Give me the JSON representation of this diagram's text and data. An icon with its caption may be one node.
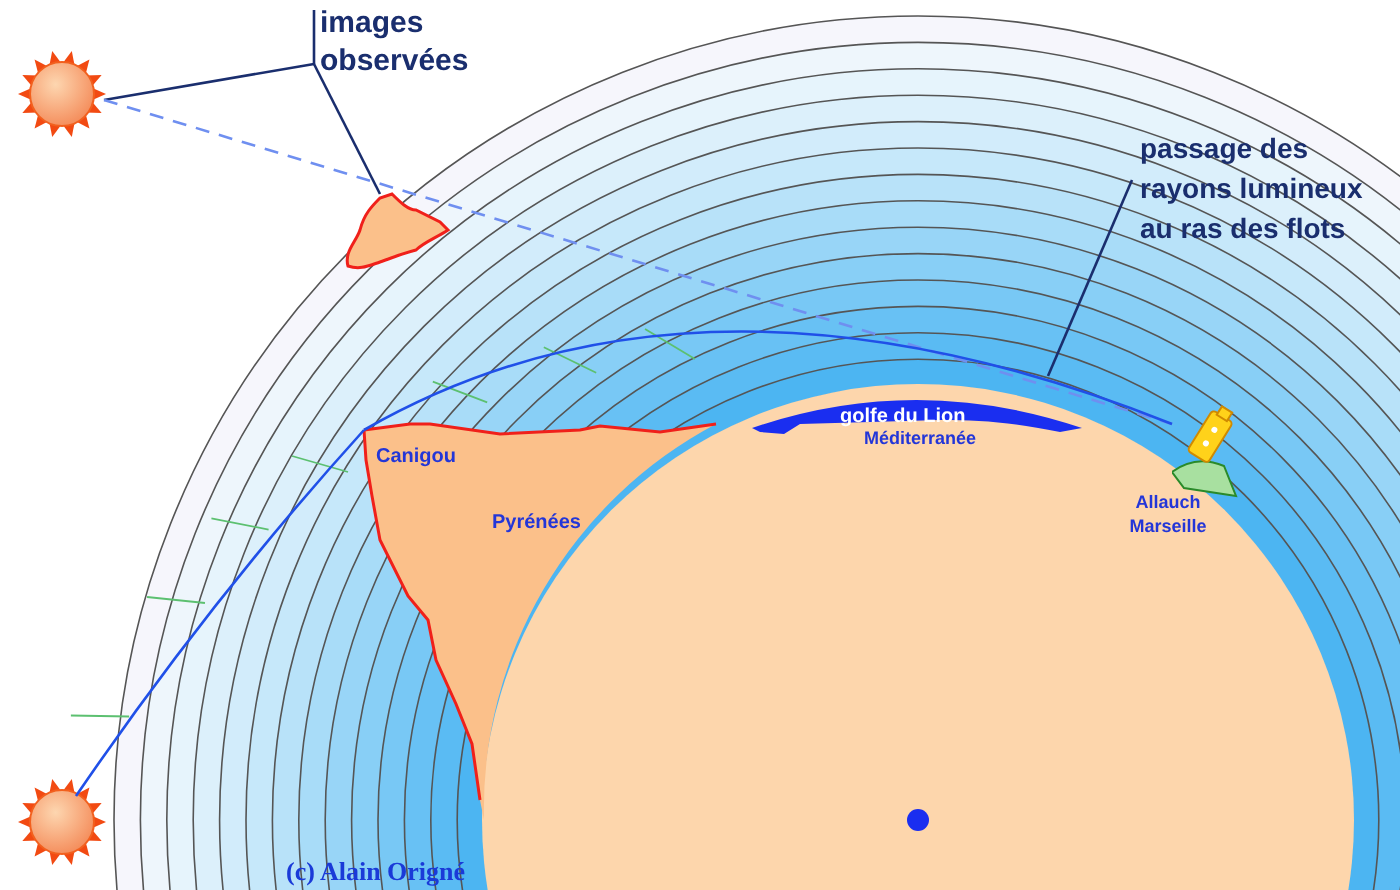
{
  "diagram": {
    "nodes": [
      {
        "text": [
          "images observées"
        ]
      },
      {
        "text": [],
        "shape": "picture"
      },
      {
        "text": [],
        "shape": "picture"
      },
      {
        "text": [
          "passage des rayons lumineux au ras des flots"
        ]
      },
      {
        "text": [
          "Canigou",
          "Pyrénées"
        ]
      },
      {
        "text": [
          "golfe du Lion"
        ]
      },
      {
        "text": [],
        "shape": "picture"
      },
      {
        "text": [],
        "shape": "picture"
      }
    ],
    "edges": [
      {
        "from": 0,
        "to": 1,
        "arrow": "none"
      },
      {
        "from": 0,
        "to": 2,
        "arrow": "none"
      },
      {
        "from": 3,
        "to": null,
        "arrow": "none"
      },
      {
        "from": 1,
        "to": 7,
        "arrow": "none",
        "style": "dashed",
        "color": "#6f8ff0"
      },
      {
        "from": 6,
        "to": 4,
        "arrow": "none",
        "color": "#2050e8"
      },
      {
        "from": 4,
        "to": 7,
        "arrow": "none",
        "color": "#2050e8"
      }
    ],
    "labels": [
      "Méditerranée",
      "Allauch Marseille",
      "(c) Alain Origné"
    ]
  }
}
